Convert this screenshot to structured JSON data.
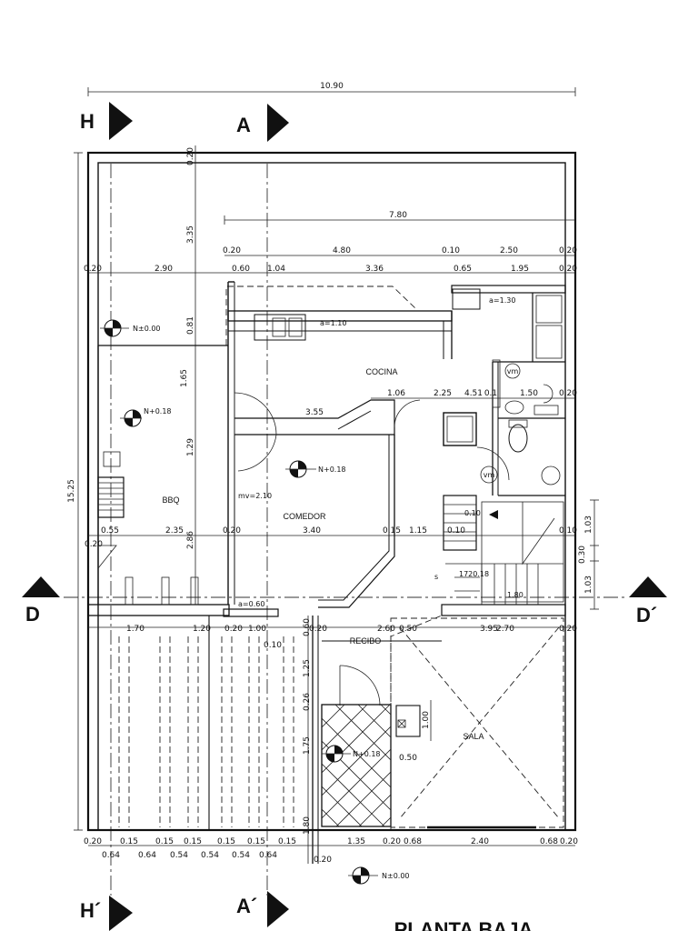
{
  "title": "PLANTA BAJA",
  "sections": {
    "h": "H",
    "h_prime": "H´",
    "a": "A",
    "a_prime": "A´",
    "d": "D",
    "d_prime": "D´"
  },
  "rooms": {
    "cocina": "COCINA",
    "comedor": "COMEDOR",
    "bbq": "BBQ",
    "recibo": "RECIBO",
    "sala": "SALA"
  },
  "levels": {
    "patio": "N±0.00",
    "bbq": "N+0.18",
    "comedor": "N+0.18",
    "recibo": "N+0.18",
    "exterior": "N±0.00"
  },
  "annotations": {
    "a130": "a=1.30",
    "a110": "a=1.10",
    "a060": "a=0.60",
    "mv": "mv=2.10",
    "vm1": "vm",
    "vm2": "vm",
    "s": "s",
    "stair": "1720.18",
    "stair2": "0.10"
  },
  "dims": {
    "overall_width": "10.90",
    "overall_depth": "15.25",
    "top_020": "0.20",
    "top_335": "3.35",
    "top_780": "7.80",
    "row1": [
      "0.20",
      "4.80",
      "0.10",
      "2.50",
      "0.20"
    ],
    "row2": [
      "0.20",
      "2.90",
      "0.60",
      "1.04",
      "3.36",
      "0.65",
      "1.95",
      "0.20"
    ],
    "v_081": "0.81",
    "v_165": "1.65",
    "v_129": "1.29",
    "v_286": "2.86",
    "row3": [
      "1.06",
      "2.25",
      "4.51",
      "0.1",
      "1.50",
      "0.20"
    ],
    "row4": [
      "3.55"
    ],
    "row5": [
      "0.55",
      "2.35",
      "0.20",
      "3.40",
      "0.15",
      "1.15",
      "0.10",
      "0.10"
    ],
    "left_020": "0.20",
    "right_v": [
      "1.03",
      "0.30",
      "1.03"
    ],
    "stair_180": "1.80",
    "row6": [
      "1.70",
      "1.20",
      "0.20",
      "1.00",
      "0.20",
      "2.60",
      "0.50",
      "3.95",
      "2.70",
      "0.20"
    ],
    "r6_010": "0.10",
    "v_060": "0.60",
    "v_125": "1.25",
    "v_026": "0.26",
    "v_175": "1.75",
    "v_180": "1.80",
    "sala_100": "1.00",
    "sala_050": "0.50",
    "bottom1": [
      "0.20",
      "0.15",
      "0.15",
      "0.15",
      "0.15",
      "0.15",
      "0.15",
      "1.35",
      "0.20",
      "0.68",
      "2.40",
      "0.68",
      "0.20"
    ],
    "bottom2": [
      "0.64",
      "0.64",
      "0.54",
      "0.54",
      "0.54",
      "0.64"
    ],
    "bottom_020": "0.20"
  }
}
